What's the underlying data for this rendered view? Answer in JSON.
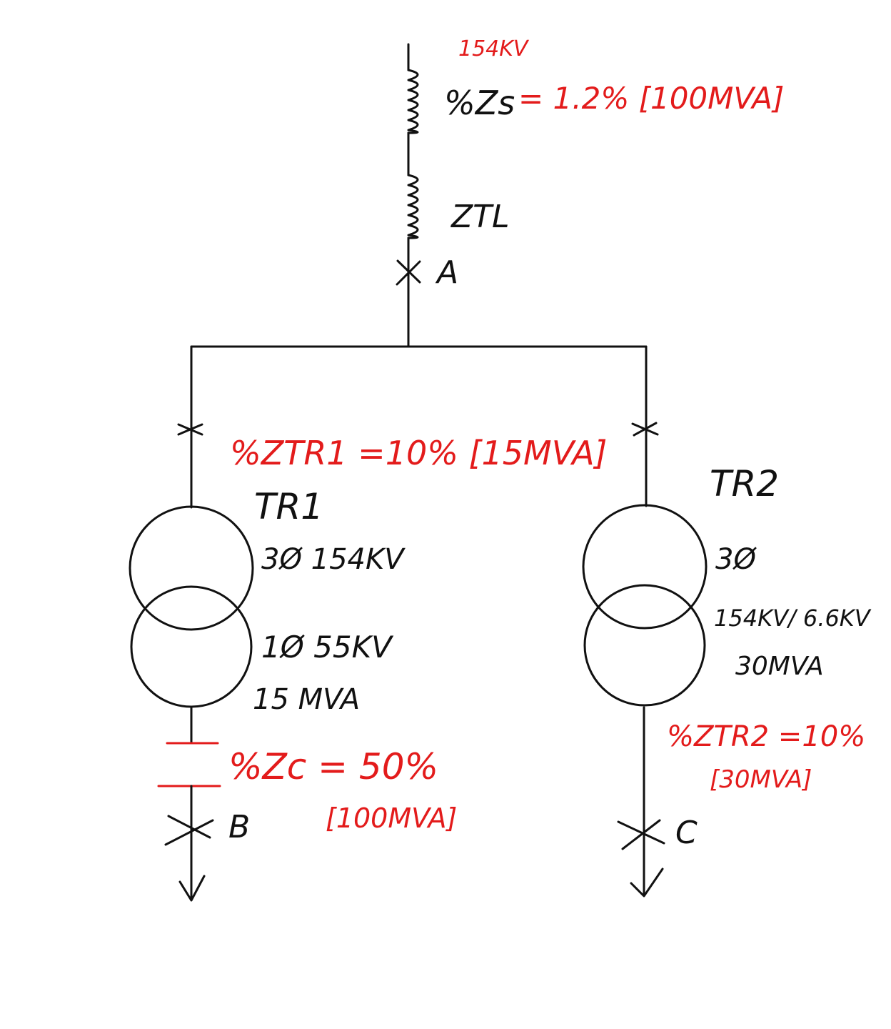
{
  "source": {
    "voltage": "154KV",
    "zs_label": "%Zs",
    "zs_value": "= 1.2% [100MVA]"
  },
  "line": {
    "ztl_label": "ZTL"
  },
  "points": {
    "a": "A",
    "b": "B",
    "c": "C"
  },
  "tr1": {
    "impedance": "%ZTR1 =10% [15MVA]",
    "name": "TR1",
    "primary": "3Ø  154KV",
    "secondary": "1Ø  55KV",
    "rating": "15 MVA"
  },
  "tr2": {
    "name": "TR2",
    "phase": "3Ø",
    "voltage": "154KV/ 6.6KV",
    "rating": "30MVA",
    "impedance": "%ZTR2 =10%",
    "base": "[30MVA]"
  },
  "capacitor": {
    "impedance": "%Zc = 50%",
    "base": "[100MVA]"
  },
  "colors": {
    "ink": "#111111",
    "annotation": "#e31b1b"
  }
}
